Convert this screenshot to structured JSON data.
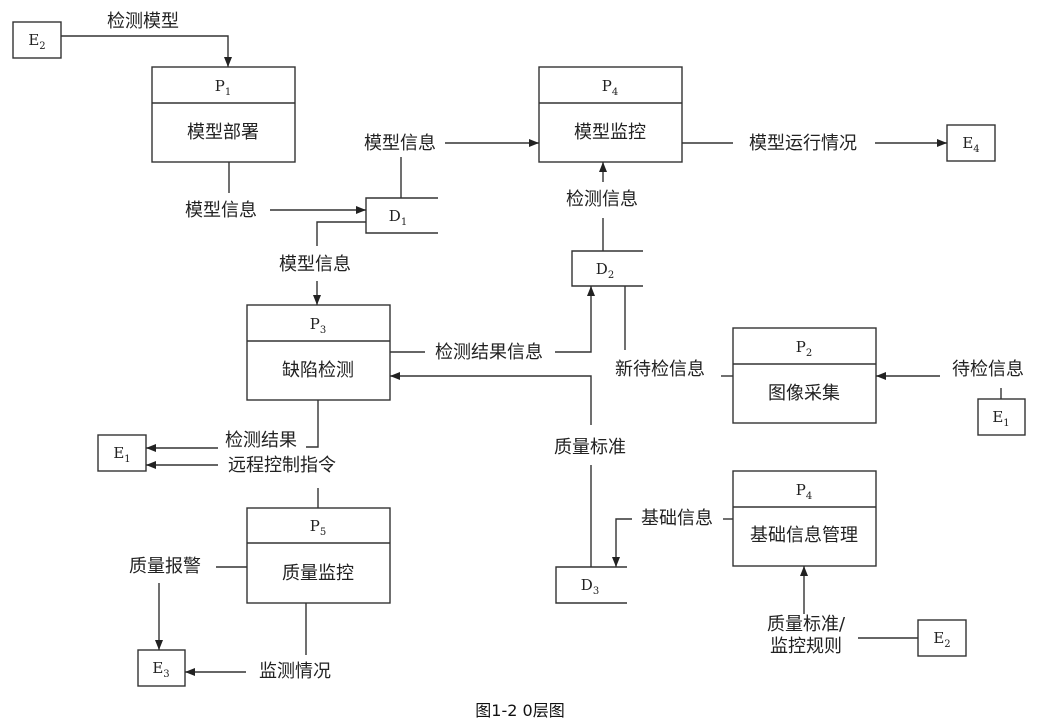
{
  "caption": "图1-2 0层图",
  "colors": {
    "line": "#333333",
    "text": "#222222",
    "background": "#ffffff"
  },
  "processes": {
    "p1": {
      "id": "P",
      "sub": "1",
      "name": "模型部署"
    },
    "p2": {
      "id": "P",
      "sub": "2",
      "name": "图像采集"
    },
    "p3": {
      "id": "P",
      "sub": "3",
      "name": "缺陷检测"
    },
    "p4a": {
      "id": "P",
      "sub": "4",
      "name": "模型监控"
    },
    "p4b": {
      "id": "P",
      "sub": "4",
      "name": "基础信息管理"
    },
    "p5": {
      "id": "P",
      "sub": "5",
      "name": "质量监控"
    }
  },
  "entities": {
    "e2_top": {
      "id": "E",
      "sub": "2"
    },
    "e4": {
      "id": "E",
      "sub": "4"
    },
    "e1_right": {
      "id": "E",
      "sub": "1"
    },
    "e1_left": {
      "id": "E",
      "sub": "1"
    },
    "e3": {
      "id": "E",
      "sub": "3"
    },
    "e2_bottom": {
      "id": "E",
      "sub": "2"
    }
  },
  "stores": {
    "d1": {
      "id": "D",
      "sub": "1"
    },
    "d2": {
      "id": "D",
      "sub": "2"
    },
    "d3": {
      "id": "D",
      "sub": "3"
    }
  },
  "flows": {
    "detect_model": "检测模型",
    "model_info_p1_d1": "模型信息",
    "model_info_d1_p4": "模型信息",
    "model_info_d1_p3": "模型信息",
    "model_run_status": "模型运行情况",
    "detect_info": "检测信息",
    "detect_result_info": "检测结果信息",
    "new_pending_info": "新待检信息",
    "pending_info": "待检信息",
    "quality_standard": "质量标准",
    "detect_result": "检测结果",
    "remote_control": "远程控制指令",
    "quality_alarm": "质量报警",
    "monitor_status": "监测情况",
    "basic_info": "基础信息",
    "quality_rules_line1": "质量标准/",
    "quality_rules_line2": "监控规则"
  }
}
